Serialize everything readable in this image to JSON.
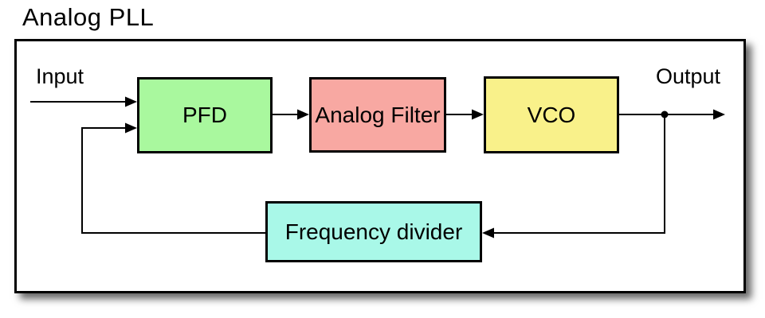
{
  "title": "Analog PLL",
  "labels": {
    "input": "Input",
    "output": "Output"
  },
  "blocks": [
    {
      "id": "pfd",
      "label": "PFD",
      "color": "#a9f89e"
    },
    {
      "id": "analog-filter",
      "label": "Analog Filter",
      "color": "#f8a8a2"
    },
    {
      "id": "vco",
      "label": "VCO",
      "color": "#f9f18a"
    },
    {
      "id": "frequency-divider",
      "label": "Frequency divider",
      "color": "#a9f8e8"
    }
  ],
  "connections": [
    {
      "from": "input",
      "to": "pfd"
    },
    {
      "from": "pfd",
      "to": "analog-filter"
    },
    {
      "from": "analog-filter",
      "to": "vco"
    },
    {
      "from": "vco",
      "to": "output"
    },
    {
      "from": "vco-output-junction",
      "to": "frequency-divider"
    },
    {
      "from": "frequency-divider",
      "to": "pfd"
    }
  ],
  "colors": {
    "line": "#000000",
    "border": "#000000",
    "background": "#ffffff"
  }
}
